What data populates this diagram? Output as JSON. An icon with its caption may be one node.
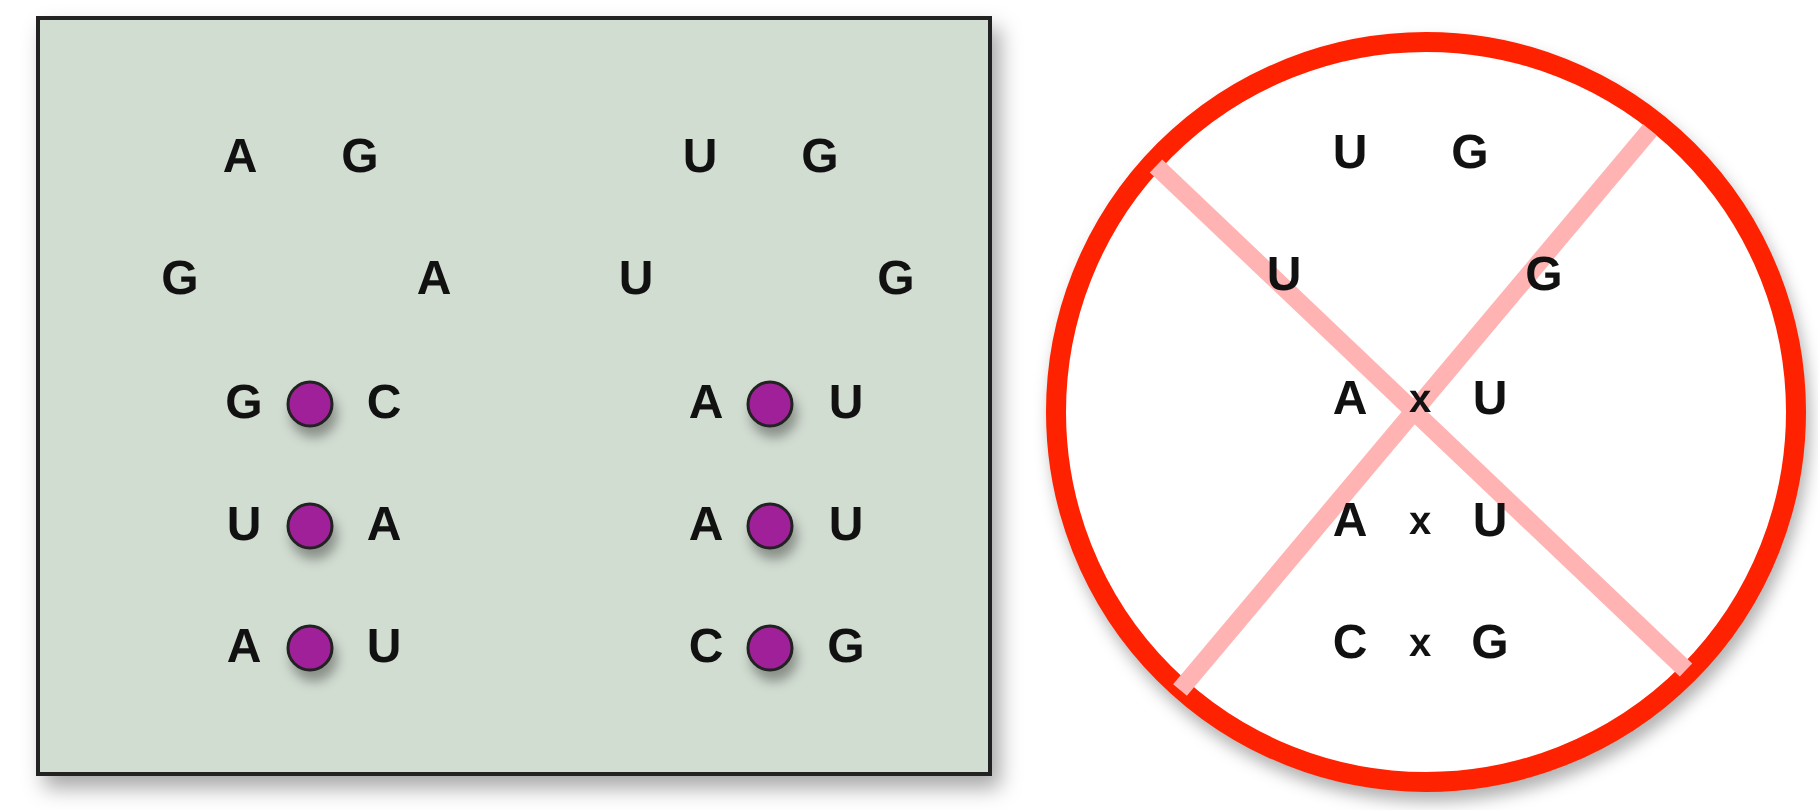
{
  "diagram": {
    "nodes": [
      {
        "text": [
          "A",
          "G",
          "U",
          "G",
          "G",
          "A",
          "U",
          "G",
          "G",
          "C",
          "A",
          "U",
          "U",
          "A",
          "A",
          "U",
          "A",
          "U",
          "C",
          "G"
        ]
      },
      {
        "text": [
          "U",
          "G",
          "U",
          "G",
          "A",
          "x",
          "U",
          "A",
          "x",
          "U",
          "C",
          "x",
          "G"
        ]
      }
    ]
  }
}
